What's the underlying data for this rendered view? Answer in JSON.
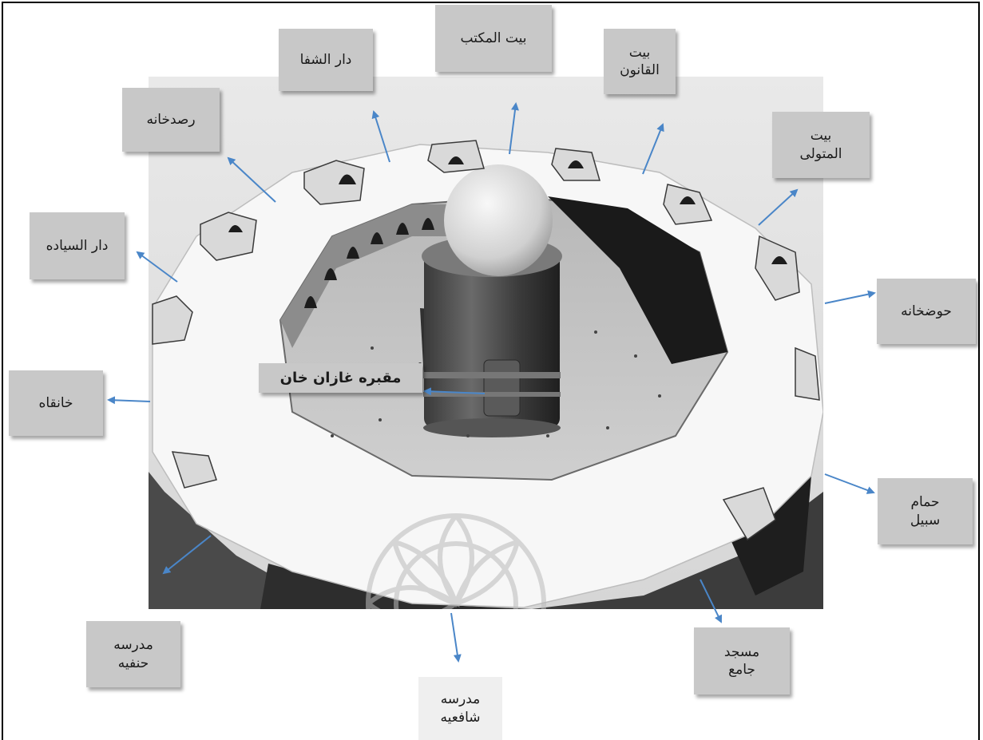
{
  "labels": {
    "dar_al_shifa": "دار الشفا",
    "bayt_al_maktab": "بیت المکتب",
    "bayt_al_qanun": "بیت\nالقانون",
    "rasadkhaneh": "رصدخانه",
    "bayt_al_motavalli": "بیت\nالمتولی",
    "dar_al_siyadeh": "دار السیاده",
    "hozkhaneh": "حوضخانه",
    "ghazan_tomb": "مقبره غازان خان",
    "khaneqah": "خانقاه",
    "hammam_sabil": "حمام\nسبیل",
    "madrasa_hanafiyeh": "مدرسه\nحنفیه",
    "masjid_jame": "مسجد\nجامع",
    "madrasa_shafeiyeh": "مدرسه\nشافعیه"
  },
  "colors": {
    "label_box": "#c8c8c8",
    "arrow": "#4a86c8"
  }
}
